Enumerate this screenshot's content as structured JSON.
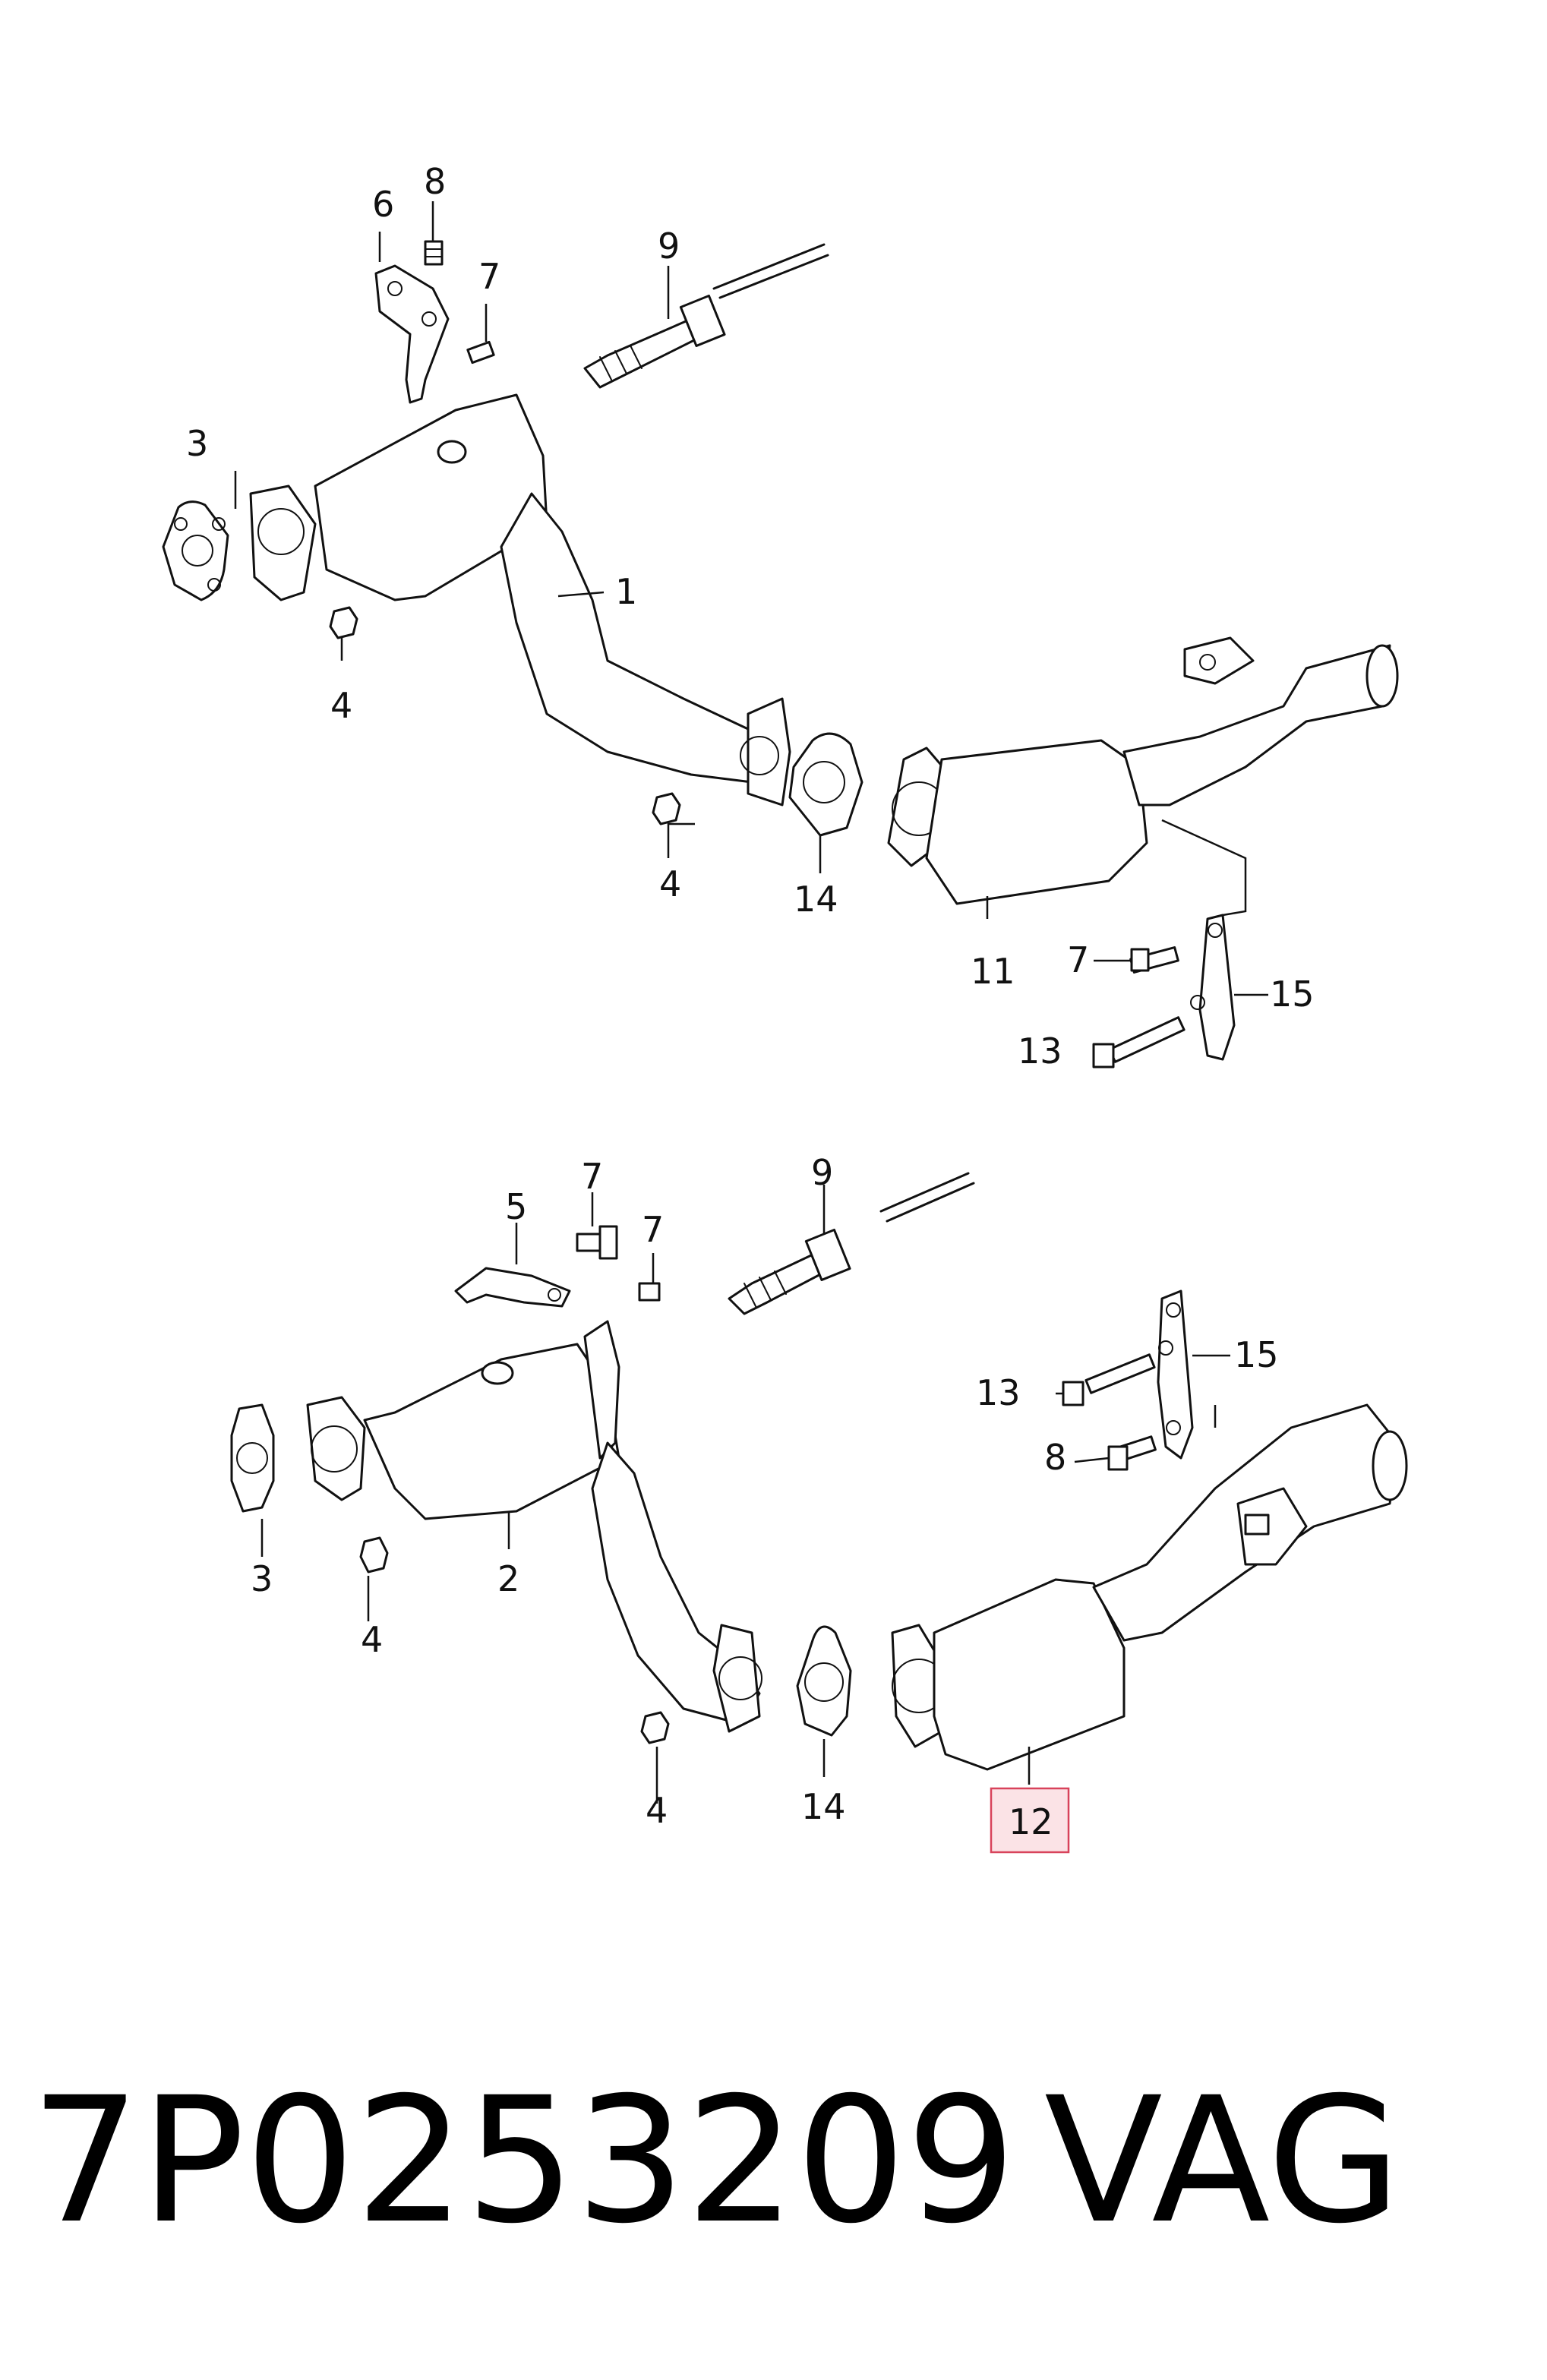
{
  "diagram": {
    "top_assembly": {
      "callouts": [
        "1",
        "3",
        "4",
        "4",
        "6",
        "7",
        "7",
        "8",
        "9",
        "11",
        "13",
        "14",
        "15"
      ]
    },
    "bottom_assembly": {
      "callouts": [
        "2",
        "3",
        "4",
        "4",
        "5",
        "7",
        "7",
        "8",
        "9",
        "12",
        "13",
        "14",
        "15"
      ],
      "highlighted_callout": "12",
      "highlight_color": "#fbe3e6",
      "highlight_border_color": "#d8435b"
    }
  },
  "footer": {
    "part_number": "7P0253209",
    "brand": "VAG"
  }
}
